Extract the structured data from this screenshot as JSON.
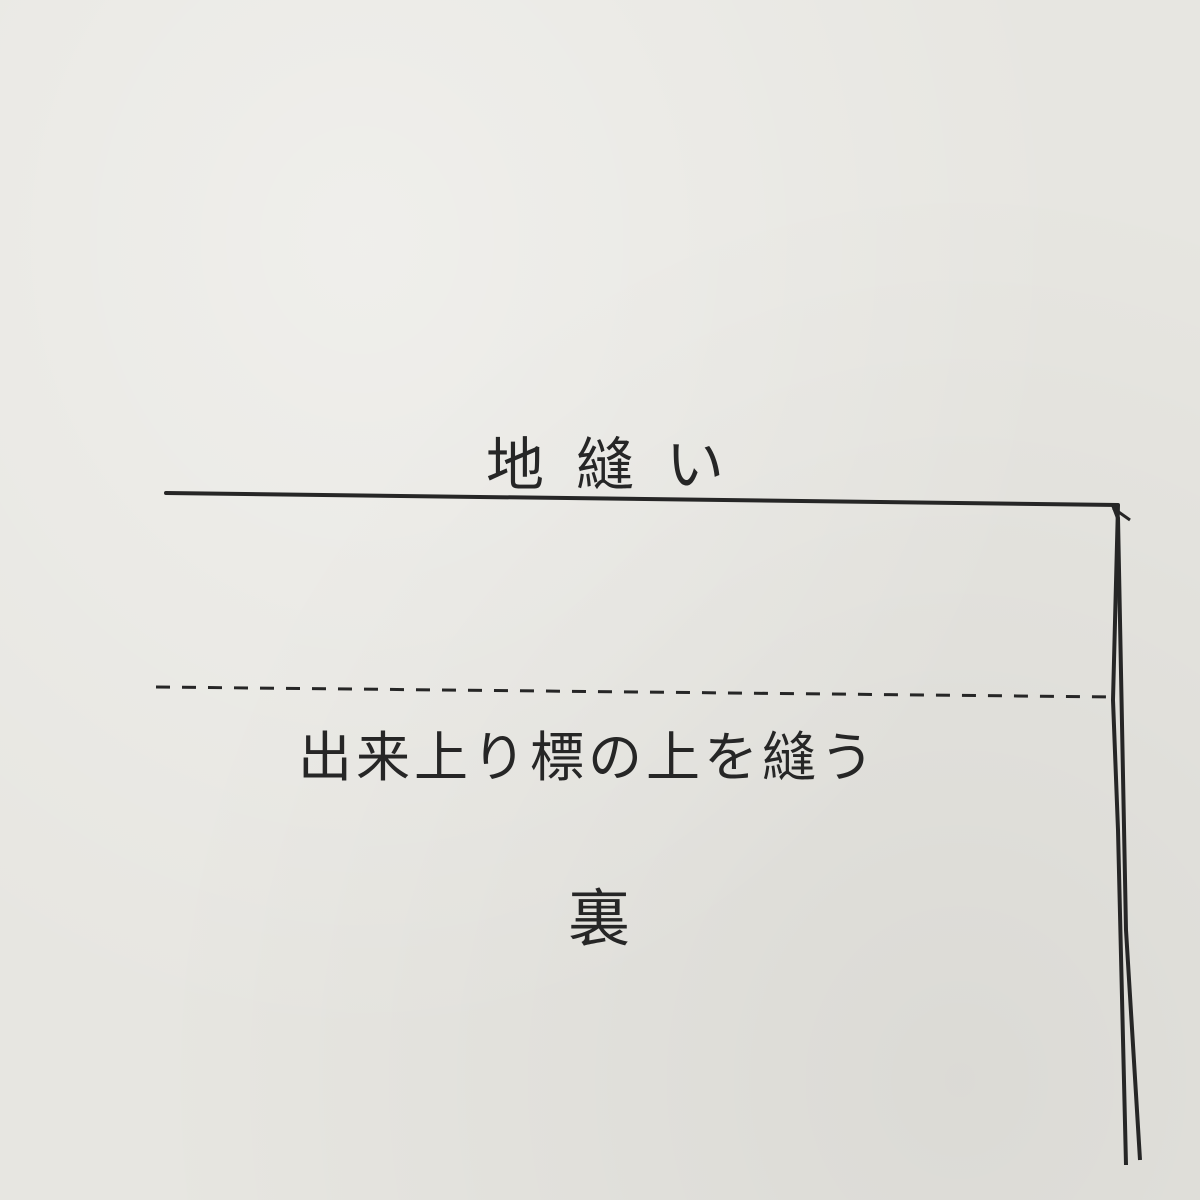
{
  "labels": {
    "top": "地縫い",
    "middle": "出来上り標の上を縫う",
    "bottom": "裏"
  },
  "colors": {
    "paper": "#e7e6e1",
    "ink": "#262626"
  }
}
